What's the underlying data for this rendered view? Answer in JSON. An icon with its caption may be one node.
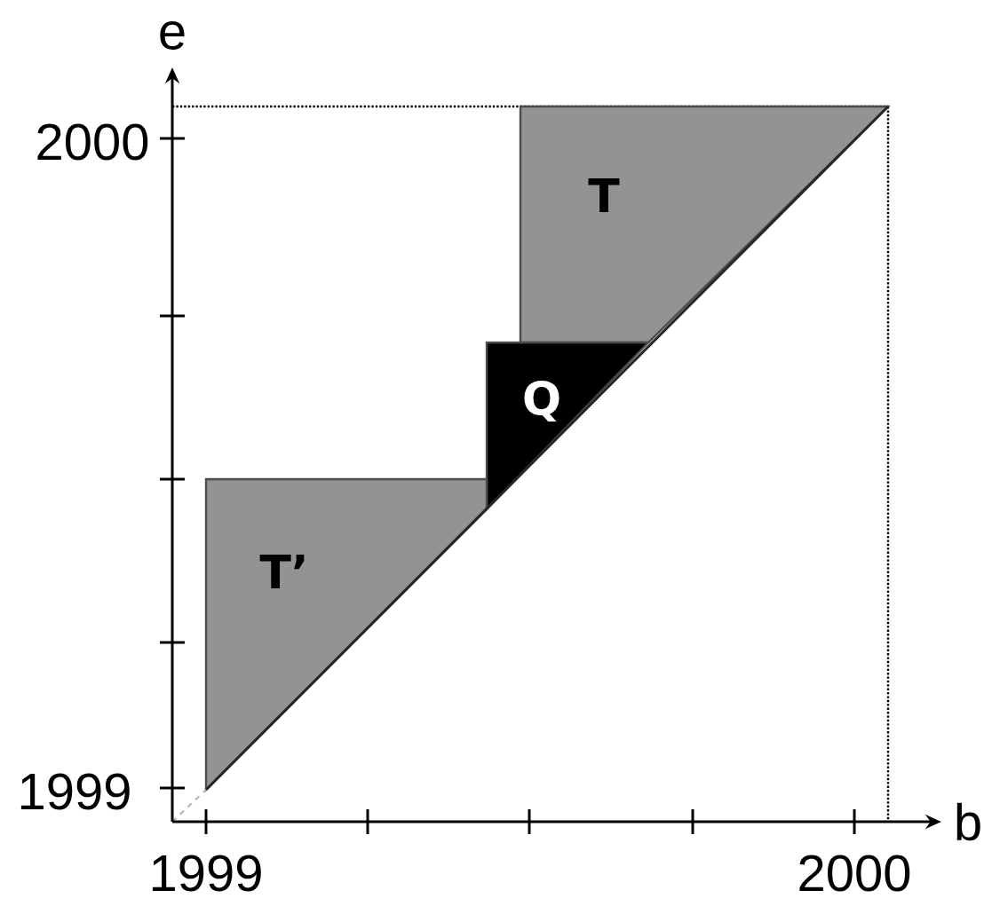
{
  "diagram": {
    "nodes": [
      {
        "text": [
          "T"
        ]
      },
      {
        "text": [
          "Q"
        ]
      },
      {
        "text": [
          "T’"
        ]
      }
    ],
    "labels": [
      "e",
      "2000",
      "1999",
      "1999",
      "2000",
      "b"
    ]
  }
}
